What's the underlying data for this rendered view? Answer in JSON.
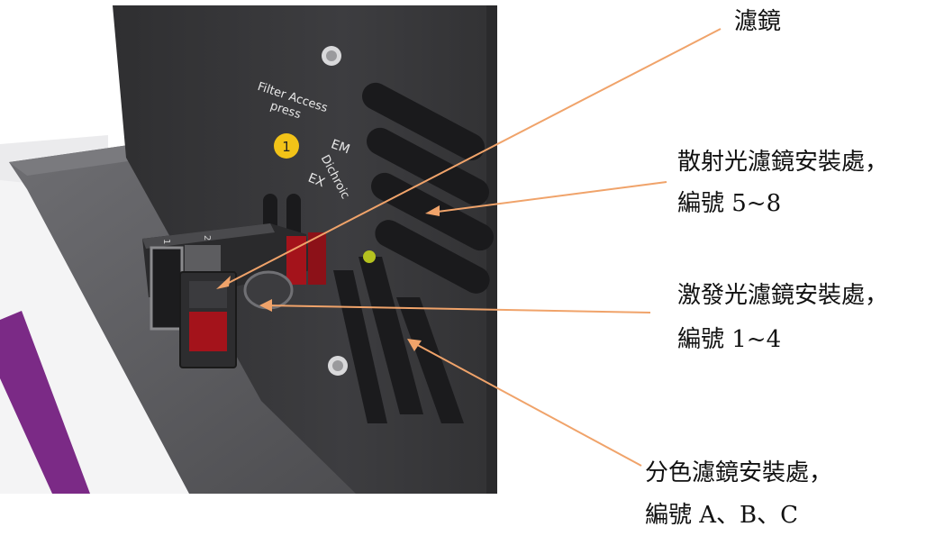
{
  "colors": {
    "leader_line": "#f0a36a",
    "panel": "#3a3a3c",
    "panel_dark": "#1f1f21",
    "tray": "#5c5c5f",
    "accent_yellow": "#f2c318",
    "filter_red": "#a4131b",
    "housing_purple": "#7b2a86"
  },
  "labels": {
    "filter": "濾鏡",
    "em_line1": "散射光濾鏡安裝處，",
    "em_line2": "編號 5~8",
    "ex_line1": "激發光濾鏡安裝處，",
    "ex_line2": "編號 1~4",
    "dichroic_line1": "分色濾鏡安裝處，",
    "dichroic_line2": "編號  A、B、C"
  },
  "device_text": {
    "filter_access": "Filter Access",
    "press": "press",
    "button_number": "1",
    "em": "EM",
    "dichroic": "Dichroic",
    "ex": "EX",
    "slot_1": "1",
    "slot_2": "2"
  }
}
